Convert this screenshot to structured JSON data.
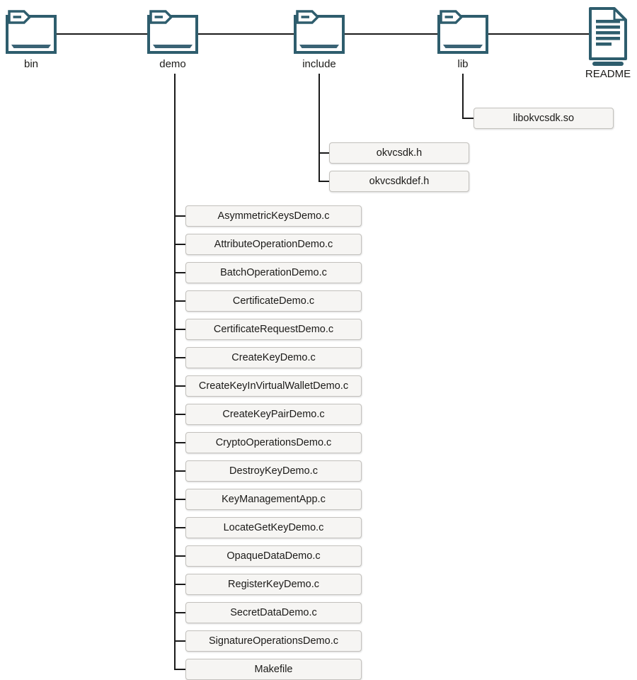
{
  "diagram": {
    "nodes": [
      {
        "id": "bin",
        "label": "bin",
        "type": "folder",
        "children": []
      },
      {
        "id": "demo",
        "label": "demo",
        "type": "folder",
        "children": [
          "AsymmetricKeysDemo.c",
          "AttributeOperationDemo.c",
          "BatchOperationDemo.c",
          "CertificateDemo.c",
          "CertificateRequestDemo.c",
          "CreateKeyDemo.c",
          "CreateKeyInVirtualWalletDemo.c",
          "CreateKeyPairDemo.c",
          "CryptoOperationsDemo.c",
          "DestroyKeyDemo.c",
          "KeyManagementApp.c",
          "LocateGetKeyDemo.c",
          "OpaqueDataDemo.c",
          "RegisterKeyDemo.c",
          "SecretDataDemo.c",
          "SignatureOperationsDemo.c",
          "Makefile"
        ]
      },
      {
        "id": "include",
        "label": "include",
        "type": "folder",
        "children": [
          "okvcsdk.h",
          "okvcsdkdef.h"
        ]
      },
      {
        "id": "lib",
        "label": "lib",
        "type": "folder",
        "children": [
          "libokvcsdk.so"
        ]
      },
      {
        "id": "readme",
        "label": "README",
        "type": "document",
        "children": []
      }
    ],
    "colors": {
      "icon_outline": "#2e5d6d",
      "icon_fill_accent": "#3a6375",
      "connector": "#1a1a1a",
      "file_box_fill": "#f6f5f3",
      "file_box_border": "#c3c1bd",
      "text": "#1b1a18",
      "background": "#ffffff"
    }
  }
}
